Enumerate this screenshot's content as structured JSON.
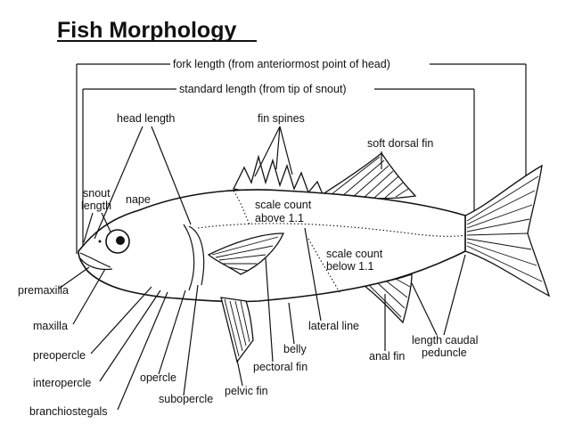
{
  "diagram": {
    "title": "Fish Morphology",
    "measurements": {
      "fork_length": "fork length  (from anteriormost point of head)",
      "standard_length": "standard length  (from tip of snout)"
    },
    "labels": {
      "head_length": "head length",
      "fin_spines": "fin spines",
      "soft_dorsal_fin": "soft dorsal fin",
      "snout_length_1": "snout",
      "snout_length_2": "length",
      "nape": "nape",
      "scale_above_1": "scale count",
      "scale_above_2": "above 1.1",
      "scale_below_1": "scale count",
      "scale_below_2": "below 1.1",
      "premaxilla": "premaxilla",
      "maxilla": "maxilla",
      "preopercle": "preopercle",
      "interopercle": "interopercle",
      "branchiostegals": "branchiostegals",
      "opercle": "opercle",
      "subopercle": "subopercle",
      "pelvic_fin": "pelvic fin",
      "pectoral_fin": "pectoral fin",
      "belly": "belly",
      "lateral_line": "lateral line",
      "anal_fin": "anal fin",
      "length_caudal_1": "length caudal",
      "length_caudal_2": "peduncle"
    }
  }
}
